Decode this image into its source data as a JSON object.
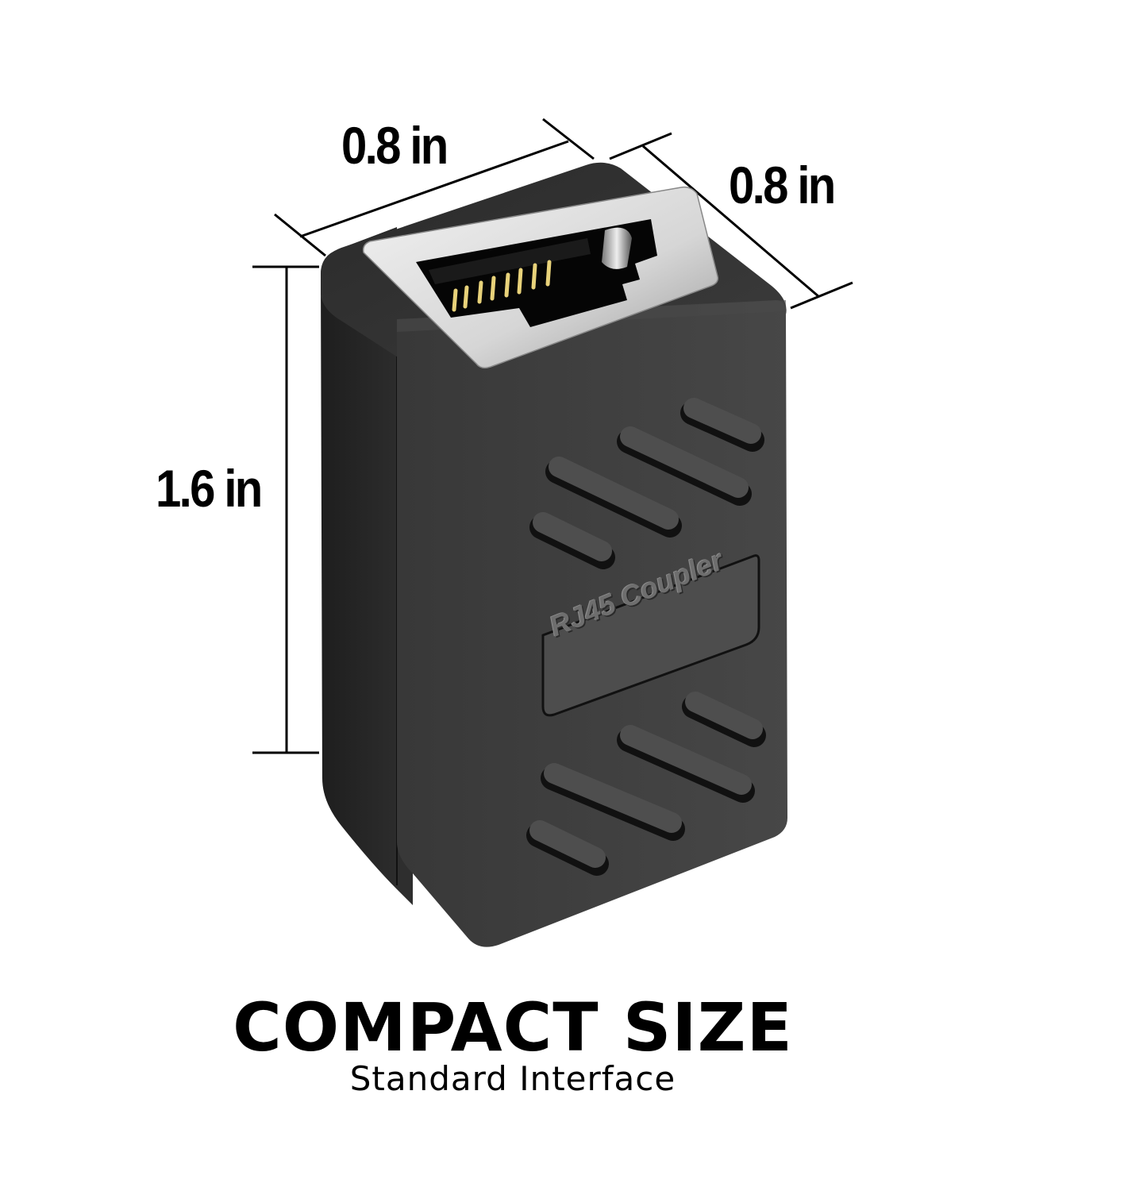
{
  "product": {
    "name": "RJ45 Coupler",
    "embossed_label": "RJ45 Coupler",
    "body_color": "#3f3f3f",
    "side_color": "#262626",
    "port_frame_color": "#d9d9d9",
    "pin_color": "#e8d27a",
    "pin_count": 8
  },
  "dimensions": {
    "width": "0.8 in",
    "depth": "0.8 in",
    "height": "1.6 in"
  },
  "caption": {
    "title": "COMPACT SIZE",
    "subtitle": "Standard Interface"
  }
}
